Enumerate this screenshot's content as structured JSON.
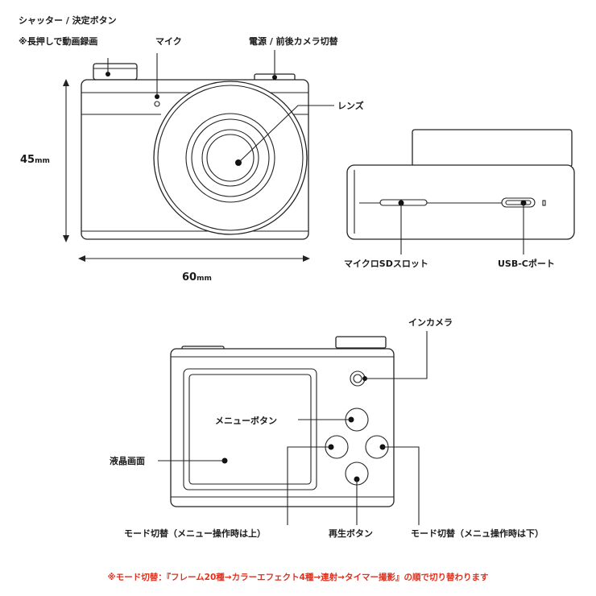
{
  "labels": {
    "shutter_line1": "シャッター / 決定ボタン",
    "shutter_line2": "※長押しで動画録画",
    "mic": "マイク",
    "power": "電源 / 前後カメラ切替",
    "lens": "レンズ",
    "height_value": "45",
    "height_unit": "mm",
    "width_value": "60",
    "width_unit": "mm",
    "sd_slot": "マイクロSDスロット",
    "usbc": "USB-Cポート",
    "in_camera": "インカメラ",
    "menu_button": "メニューボタン",
    "lcd": "液晶画面",
    "mode_up": "モード切替（メニュー操作時は上）",
    "playback": "再生ボタン",
    "mode_down": "モード切替（メニュ操作時は下）"
  },
  "footnote": "※モード切替：『フレーム20種→カラーエフェクト4種→連射→タイマー撮影』の順で切り替わります",
  "colors": {
    "line": "#222222",
    "footnote": "#e0301e",
    "background": "#ffffff"
  }
}
